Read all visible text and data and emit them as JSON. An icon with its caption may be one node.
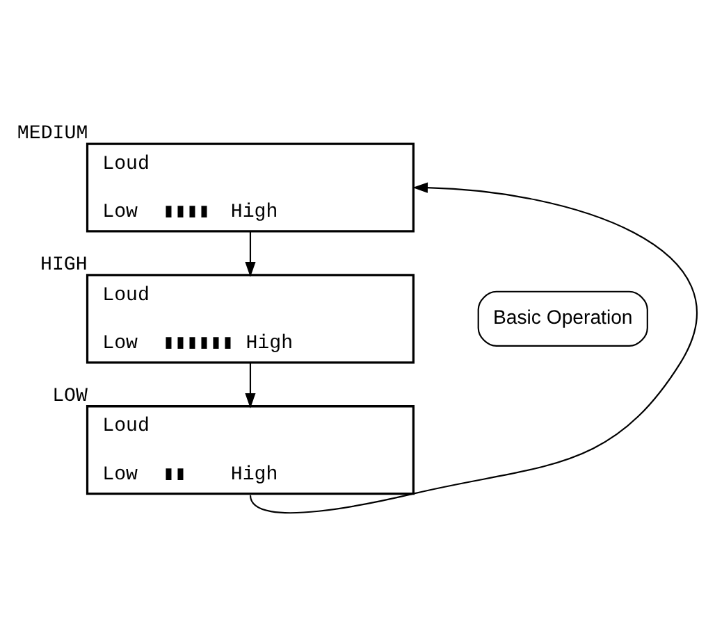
{
  "diagram": {
    "nodes": [
      {
        "text": [
          "Loud",
          "Low",
          "▮▮▮▮",
          "High"
        ],
        "beside": [
          "MEDIUM"
        ]
      },
      {
        "text": [
          "Loud",
          "Low",
          "▮▮▮▮▮▮",
          "High"
        ],
        "beside": [
          "HIGH"
        ]
      },
      {
        "text": [
          "Loud",
          "Low",
          "▮▮",
          "High"
        ],
        "beside": [
          "LOW"
        ]
      },
      {
        "text": [
          "Basic Operation"
        ]
      }
    ],
    "edges": [
      {
        "from": 0,
        "to": 1,
        "arrow": "to"
      },
      {
        "from": 1,
        "to": 2,
        "arrow": "to"
      },
      {
        "from": 2,
        "to": 0,
        "arrow": "to"
      }
    ]
  }
}
